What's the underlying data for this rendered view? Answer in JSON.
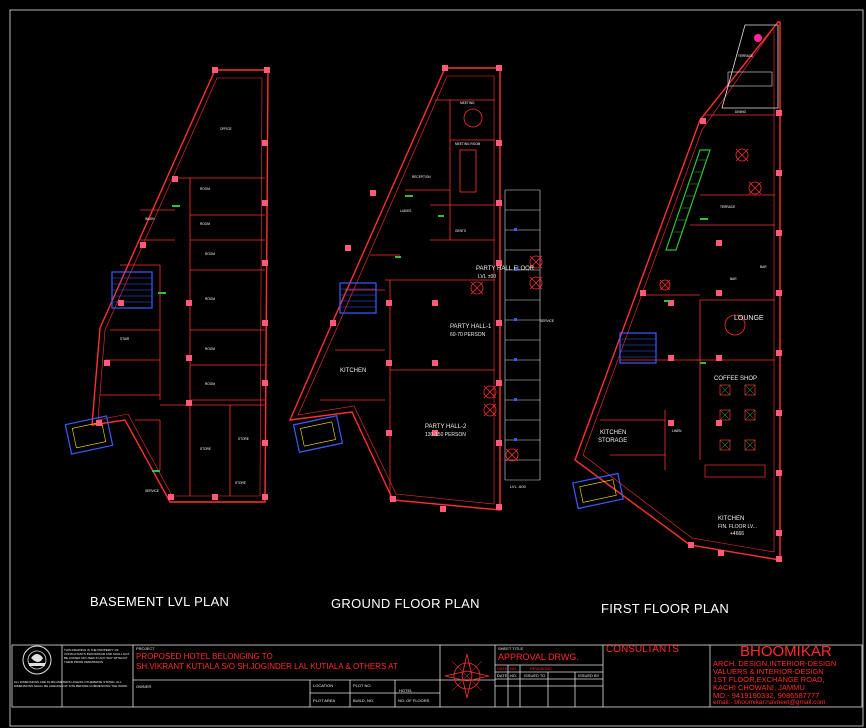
{
  "plans": [
    {
      "title": "BASEMENT LVL PLAN"
    },
    {
      "title": "GROUND FLOOR PLAN"
    },
    {
      "title": "FIRST FLOOR PLAN"
    }
  ],
  "room_labels": {
    "kitchen": "KITCHEN",
    "party_hall_floor": "PARTY HALL FLOOR",
    "party_hall_lvl": "LVL ±00",
    "party_hall_1": "PARTY HALL-1",
    "party_hall_1_cap": "60-70 PERSON",
    "party_hall_2": "PARTY HALL-2",
    "party_hall_2_cap": "130-150 PERSON",
    "lounge": "LOUNGE",
    "coffee_shop": "COFFEE SHOP",
    "kitchen_storage_1": "KITCHEN",
    "kitchen_storage_2": "STORAGE",
    "kitchen_fin_1": "KITCHEN",
    "kitchen_fin_2": "FIN. FLOOR LV...",
    "kitchen_fin_3": "+4666",
    "office": "OFFICE",
    "lvl_600": "LVL -600"
  },
  "title_block": {
    "disclaimer": "THIS DRAWING IS THE PROPERTY OF CONSULTANTS BHOOMIKAR AND SHALL NOT BE COPIED OR USED IN ANY WAY WITHOUT THEIR PRIOR PERMISSION",
    "notes": "ALL DIMENSIONS ARE IN MILLIMETERS UNLESS OTHERWISE STATED. ALL DIMENSIONS SHALL BE CHECKED AT SITE BEFORE COMMENCING THE WORK.",
    "project_label": "PROJECT",
    "project_line1": "PROPOSED HOTEL BELONGING TO",
    "project_line2": "SH.VIKRANT KUTIALA S/O SH.JOGINDER LAL KUTIALA & OTHERS AT",
    "owner_label": "OWNER",
    "location_label": "LOCATION",
    "plot_no_label": "PLOT NO.",
    "plot_no_value": "HOTEL",
    "plot_area_label": "PLOT AREA",
    "builtup_label": "BUILD. NO.",
    "floors_label": "NO. OF FLOORS",
    "sheet_title_label": "SHEET TITLE",
    "sheet_title": "APPROVAL DRWG.",
    "issued_label": "ISSUED FOR",
    "revision_cols": [
      "DATE",
      "NO.",
      "REVISIONS"
    ],
    "revision_row": [
      "DATE",
      "NO.",
      "ISSUED TO",
      "ISSUED BY"
    ],
    "consultants_label": "CONSULTANTS",
    "firm_name": "BHOOMIKAR",
    "firm_line1": "ARCH. DESIGN,INTERIOR-DESIGN",
    "firm_line2": "VALUERS & INTERIOR-DESIGN",
    "firm_line3": "1ST FLOOR,EXCHANGE ROAD,",
    "firm_line4": "KACHI CHOWANI,    JAMMU",
    "firm_line5": "MO.- 9419190332,  9086587777",
    "firm_line6": "email:- bhoomikar.navneet@gmail.com"
  },
  "colors": {
    "background": "#000000",
    "wall": "#ff3030",
    "column": "#ff5a7a",
    "stair": "#3a5cff",
    "green": "#2fbf3a",
    "yellow": "#ffe600",
    "white_text": "#ffffff",
    "accent_magenta": "#ff2a9a"
  }
}
